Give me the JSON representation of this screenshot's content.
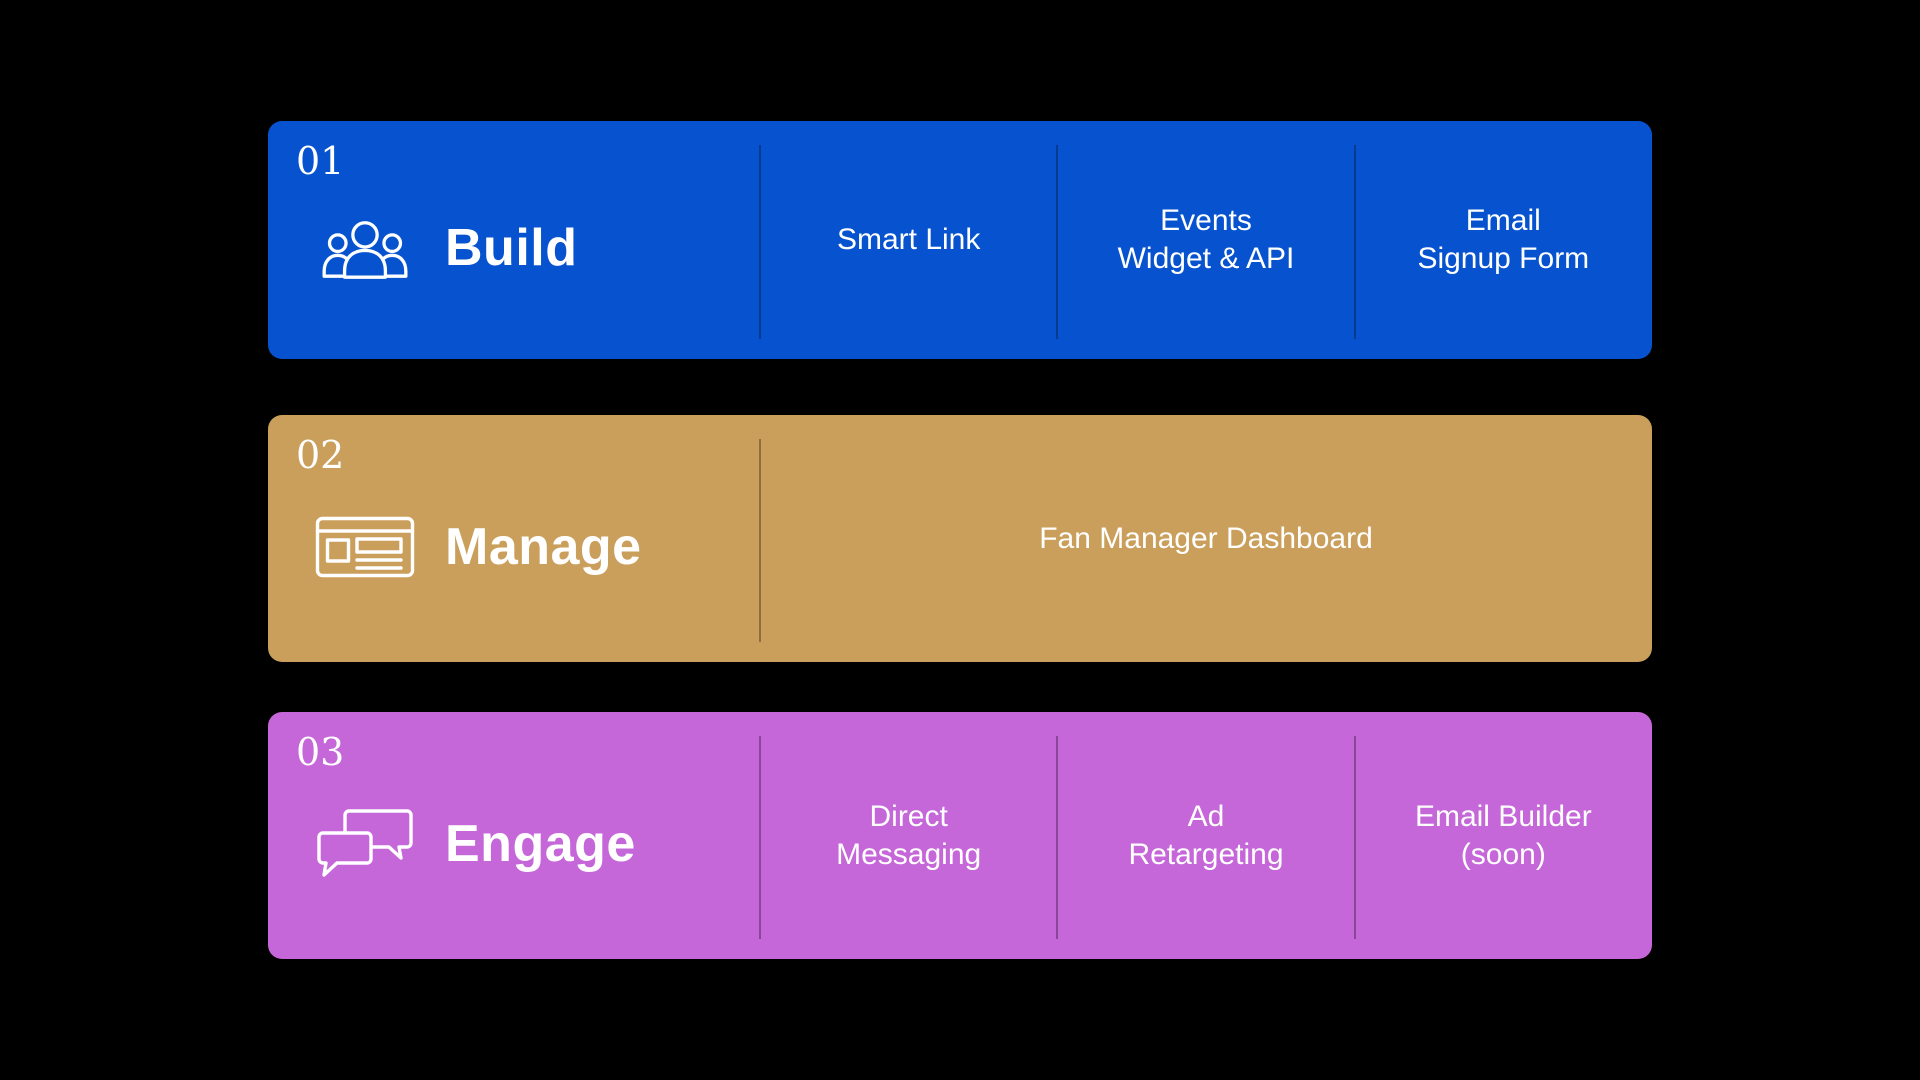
{
  "background_color": "#000000",
  "divider_color": "rgba(0,0,0,0.30)",
  "text_color": "#FFFFFF",
  "panels": [
    {
      "number": "01",
      "title": "Build",
      "icon": "people-group-icon",
      "color": "#0753CF",
      "features": [
        {
          "label": "Smart Link"
        },
        {
          "label": "Events\nWidget & API"
        },
        {
          "label": "Email\nSignup Form"
        }
      ]
    },
    {
      "number": "02",
      "title": "Manage",
      "icon": "browser-card-icon",
      "color": "#CA9F5B",
      "features": [
        {
          "label": "Fan Manager Dashboard"
        }
      ]
    },
    {
      "number": "03",
      "title": "Engage",
      "icon": "chat-bubbles-icon",
      "color": "#C567D9",
      "features": [
        {
          "label": "Direct\nMessaging"
        },
        {
          "label": "Ad\nRetargeting"
        },
        {
          "label": "Email Builder\n(soon)"
        }
      ]
    }
  ]
}
